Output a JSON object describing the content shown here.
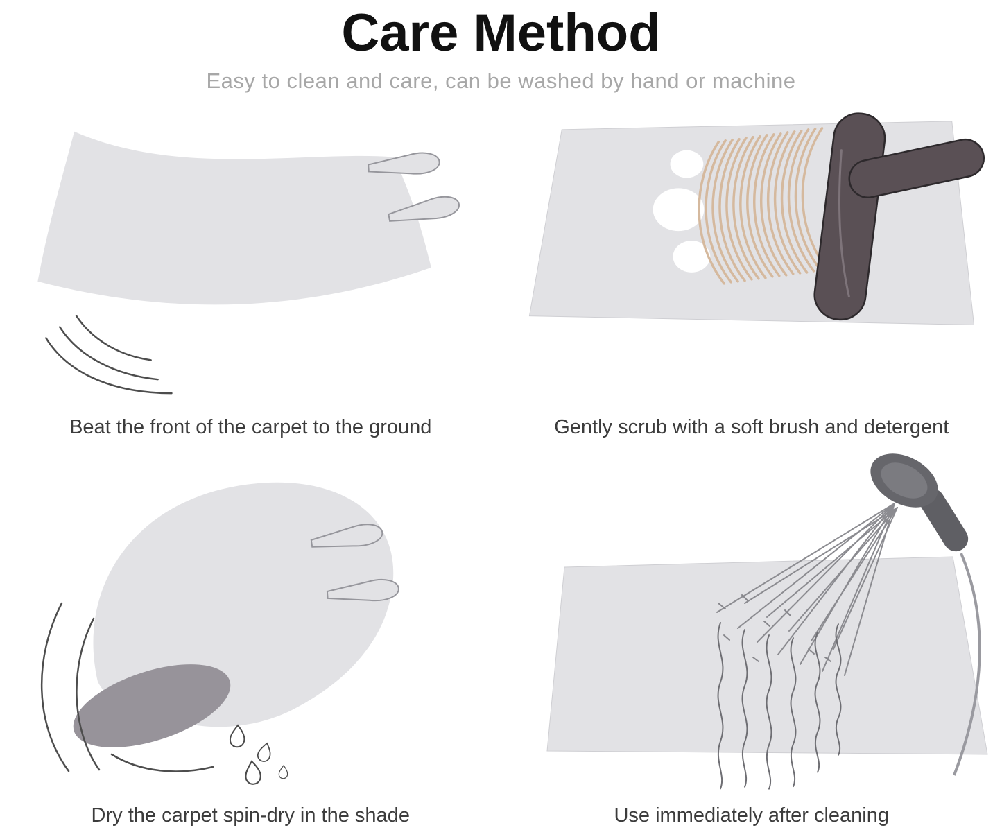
{
  "header": {
    "title": "Care Method",
    "subtitle": "Easy to clean and care, can be washed by hand or machine"
  },
  "steps": [
    {
      "caption": "Beat the front of the carpet to the ground"
    },
    {
      "caption": "Gently scrub with a soft brush and detergent"
    },
    {
      "caption": "Dry the carpet spin-dry in the shade"
    },
    {
      "caption": "Use immediately after cleaning"
    }
  ],
  "colors": {
    "carpet_fill": "#e2e2e5",
    "carpet_rim": "#97939a",
    "brush_body": "#5a5055",
    "bristles": "#d5b99e",
    "foam": "#ffffff",
    "line": "#4d4d4d",
    "title": "#111111",
    "subtitle": "#a7a7a7",
    "caption": "#3c3c3c"
  }
}
